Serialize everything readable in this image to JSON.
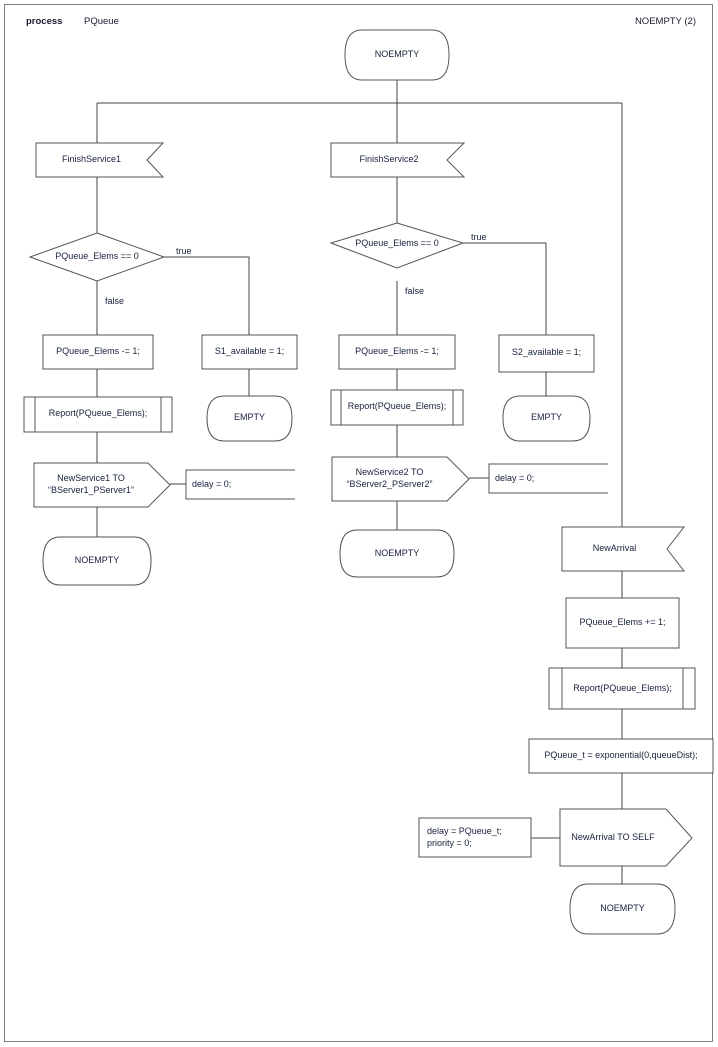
{
  "header": {
    "kind": "process",
    "name": "PQueue",
    "page": "NOEMPTY (2)"
  },
  "diagram": {
    "type": "sdl-process-flowchart",
    "start_state": "NOEMPTY",
    "branches": [
      {
        "id": "branch-finish-service-1",
        "input_signal": "FinishService1",
        "decision": "PQueue_Elems == 0",
        "decision_true_label": "true",
        "decision_false_label": "false",
        "false_path": {
          "task": "PQueue_Elems -= 1;",
          "procedure_call": "Report(PQueue_Elems);",
          "output_signal": "NewService1 TO\n“BServer1_PServer1”",
          "output_comment": "delay = 0;",
          "next_state": "NOEMPTY"
        },
        "true_path": {
          "task": "S1_available = 1;",
          "next_state": "EMPTY"
        }
      },
      {
        "id": "branch-finish-service-2",
        "input_signal": "FinishService2",
        "decision": "PQueue_Elems == 0",
        "decision_true_label": "true",
        "decision_false_label": "false",
        "false_path": {
          "task": "PQueue_Elems -= 1;",
          "procedure_call": "Report(PQueue_Elems);",
          "output_signal": "NewService2 TO\n“BServer2_PServer2”",
          "output_comment": "delay = 0;",
          "next_state": "NOEMPTY"
        },
        "true_path": {
          "task": "S2_available = 1;",
          "next_state": "EMPTY"
        }
      },
      {
        "id": "branch-new-arrival",
        "input_signal": "NewArrival",
        "task_1": "PQueue_Elems += 1;",
        "procedure_call": "Report(PQueue_Elems);",
        "task_2": "PQueue_t = exponential(0,queueDist);",
        "output_signal": "NewArrival TO SELF",
        "output_comment": "delay = PQueue_t;\npriority = 0;",
        "next_state": "NOEMPTY"
      }
    ]
  },
  "style": {
    "stroke": "#3a3a3a",
    "shape_stroke": "#555555",
    "text_color": "#16213a",
    "frame_stroke": "#7d7d7d",
    "background": "#ffffff"
  }
}
